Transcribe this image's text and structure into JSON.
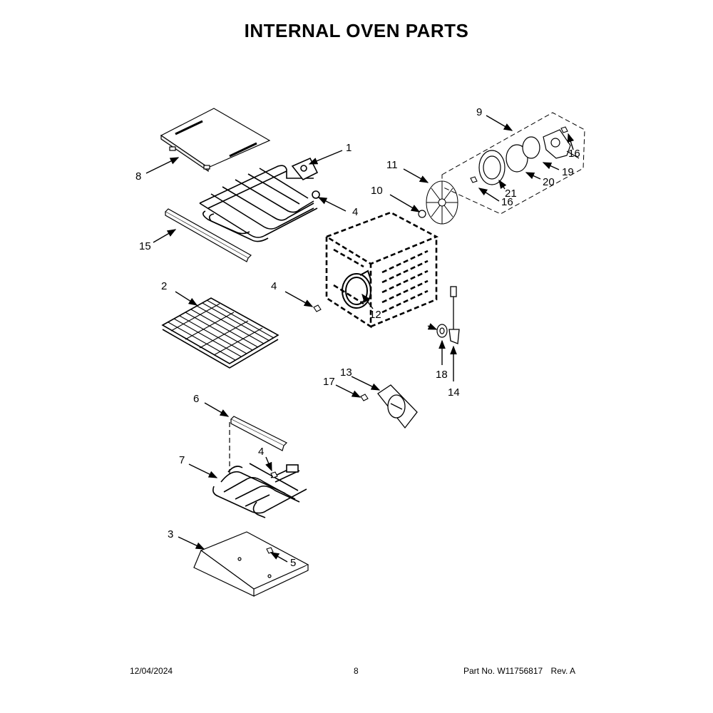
{
  "title": "INTERNAL OVEN PARTS",
  "callouts": {
    "c1": "1",
    "c2": "2",
    "c3": "3",
    "c4a": "4",
    "c4b": "4",
    "c4c": "4",
    "c5": "5",
    "c6": "6",
    "c7": "7",
    "c8": "8",
    "c9": "9",
    "c10": "10",
    "c11": "11",
    "c12": "12",
    "c13": "13",
    "c14": "14",
    "c15": "15",
    "c16a": "16",
    "c16b": "16",
    "c17": "17",
    "c18": "18",
    "c19": "19",
    "c20": "20",
    "c21": "21"
  },
  "footer": {
    "date": "12/04/2024",
    "page": "8",
    "part_label": "Part No.",
    "part_number": "W11756817",
    "rev": "Rev. A"
  }
}
